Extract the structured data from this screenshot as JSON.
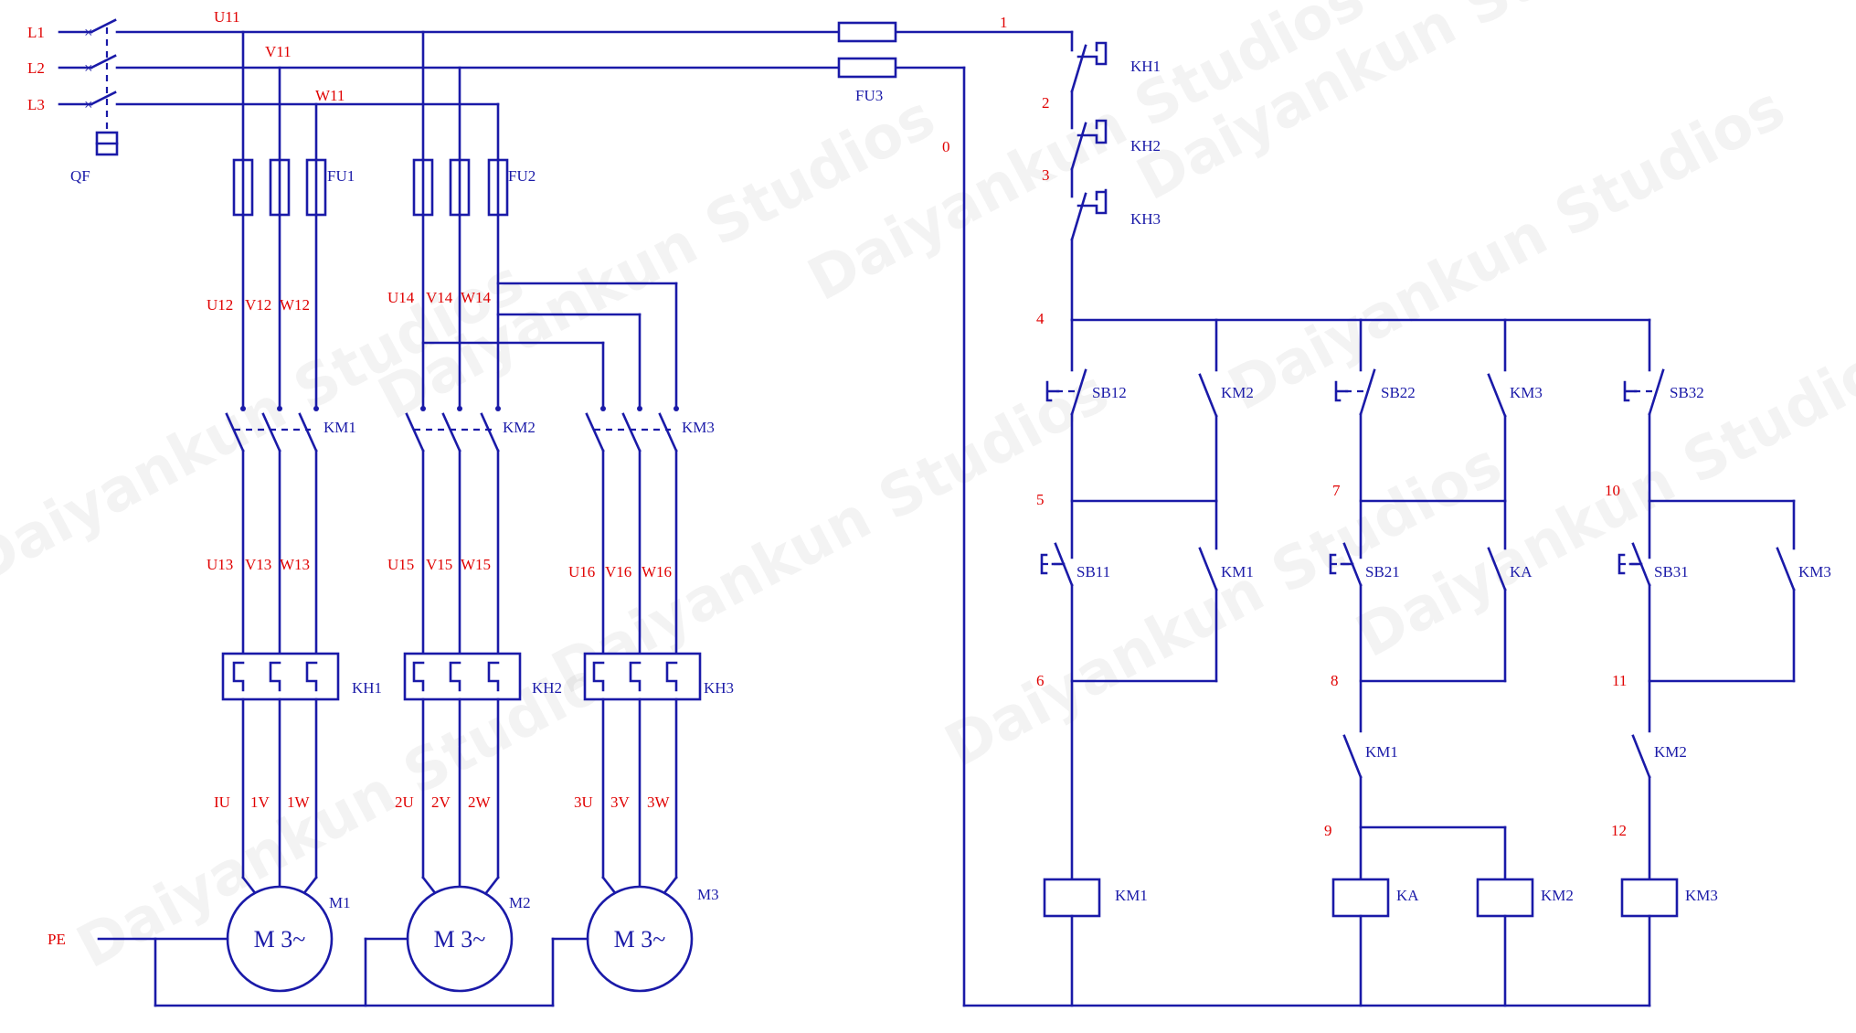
{
  "colors": {
    "wire": "#1a1aa8",
    "label_red": "#e00000",
    "background": "#ffffff"
  },
  "watermark": "Daiyankun Studios",
  "phases": [
    "L1",
    "L2",
    "L3"
  ],
  "pe": "PE",
  "breaker": "QF",
  "fuses": {
    "fu1": "FU1",
    "fu2": "FU2",
    "fu3": "FU3"
  },
  "branch_labels": {
    "main": [
      "U11",
      "V11",
      "W11"
    ],
    "m1_a": [
      "U12",
      "V12",
      "W12"
    ],
    "m2_a": [
      "U14",
      "V14",
      "W14"
    ],
    "m1_b": [
      "U13",
      "V13",
      "W13"
    ],
    "m2_b": [
      "U15",
      "V15",
      "W15"
    ],
    "m3_b": [
      "U16",
      "V16",
      "W16"
    ],
    "m1_c": [
      "IU",
      "1V",
      "1W"
    ],
    "m2_c": [
      "2U",
      "2V",
      "2W"
    ],
    "m3_c": [
      "3U",
      "3V",
      "3W"
    ]
  },
  "contactors": {
    "km1": "KM1",
    "km2": "KM2",
    "km3": "KM3",
    "ka": "KA"
  },
  "overloads": {
    "kh1": "KH1",
    "kh2": "KH2",
    "kh3": "KH3"
  },
  "motors": {
    "m1": "M1",
    "m2": "M2",
    "m3": "M3",
    "symbol": "M 3~"
  },
  "buttons": {
    "sb11": "SB11",
    "sb12": "SB12",
    "sb21": "SB21",
    "sb22": "SB22",
    "sb31": "SB31",
    "sb32": "SB32"
  },
  "node_numbers": [
    "0",
    "1",
    "2",
    "3",
    "4",
    "5",
    "6",
    "7",
    "8",
    "9",
    "10",
    "11",
    "12"
  ]
}
